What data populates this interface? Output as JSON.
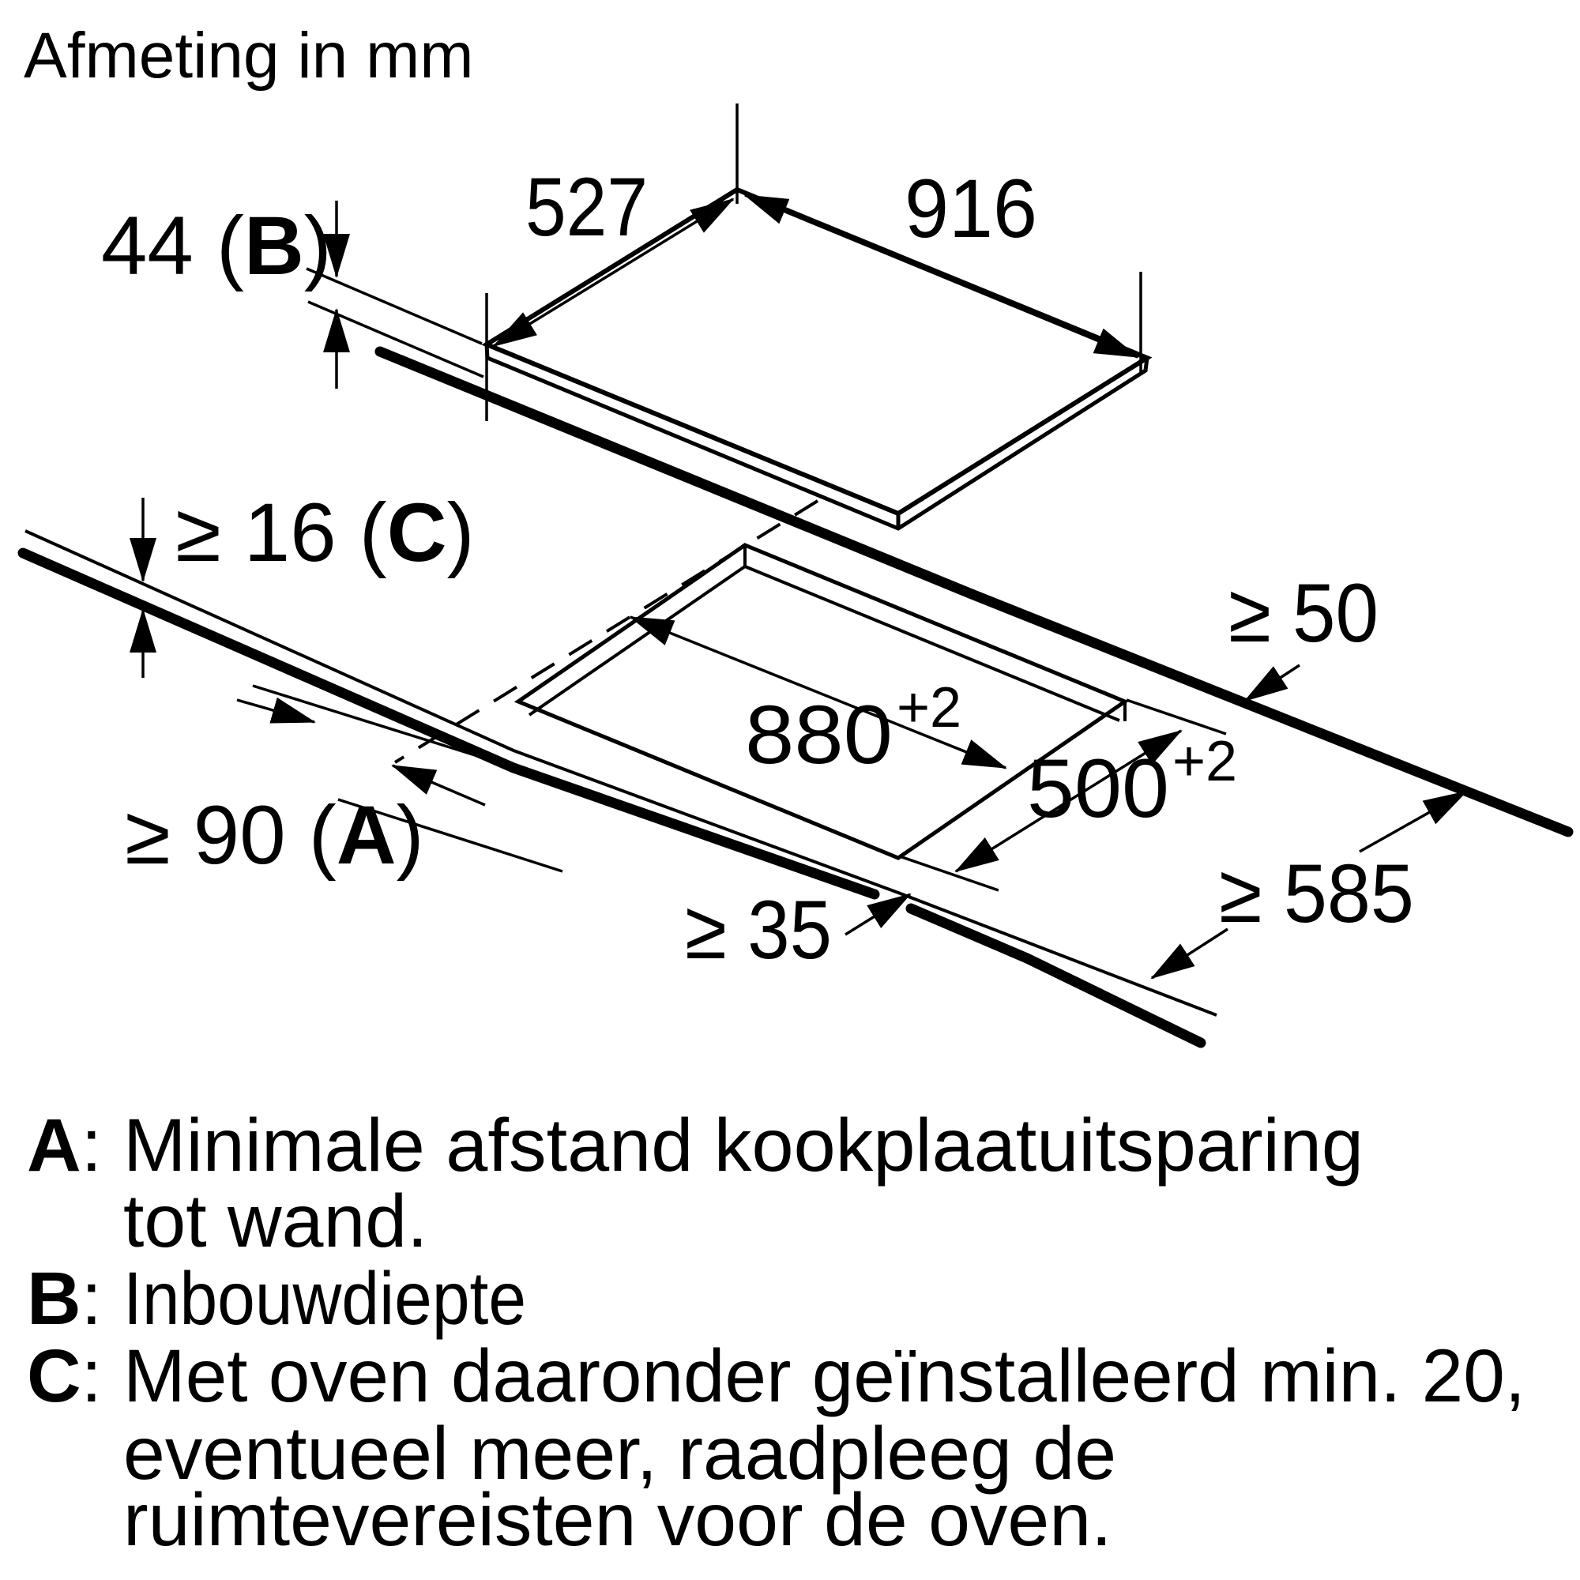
{
  "title": "Afmeting in mm",
  "dimensions": {
    "top_depth": "527",
    "top_width": "916",
    "build_in_depth": {
      "pre": "44 (",
      "letter": "B",
      "post": ")"
    },
    "clearance_below": {
      "pre": "≥ 16 (",
      "letter": "C",
      "post": ")"
    },
    "wall_distance": {
      "pre": "≥ 90 (",
      "letter": "A",
      "post": ")"
    },
    "cutout_width": "880",
    "cutout_width_tol": "+2",
    "cutout_depth": "500",
    "cutout_depth_tol": "+2",
    "side_clearance": "≥ 50",
    "front_clearance": "≥ 35",
    "worktop_depth": "≥ 585"
  },
  "legend": {
    "colon": ":",
    "a": {
      "letter": "A",
      "line1": "Minimale afstand kookplaatuitsparing",
      "line2": "tot wand."
    },
    "b": {
      "letter": "B",
      "line1": "Inbouwdiepte"
    },
    "c": {
      "letter": "C",
      "line1": "Met oven daaronder geïnstalleerd min. 20,",
      "line2": "eventueel meer, raadpleeg de",
      "line3": "ruimtevereisten voor de oven."
    }
  },
  "colors": {
    "ink": "#000000",
    "background": "#ffffff"
  }
}
